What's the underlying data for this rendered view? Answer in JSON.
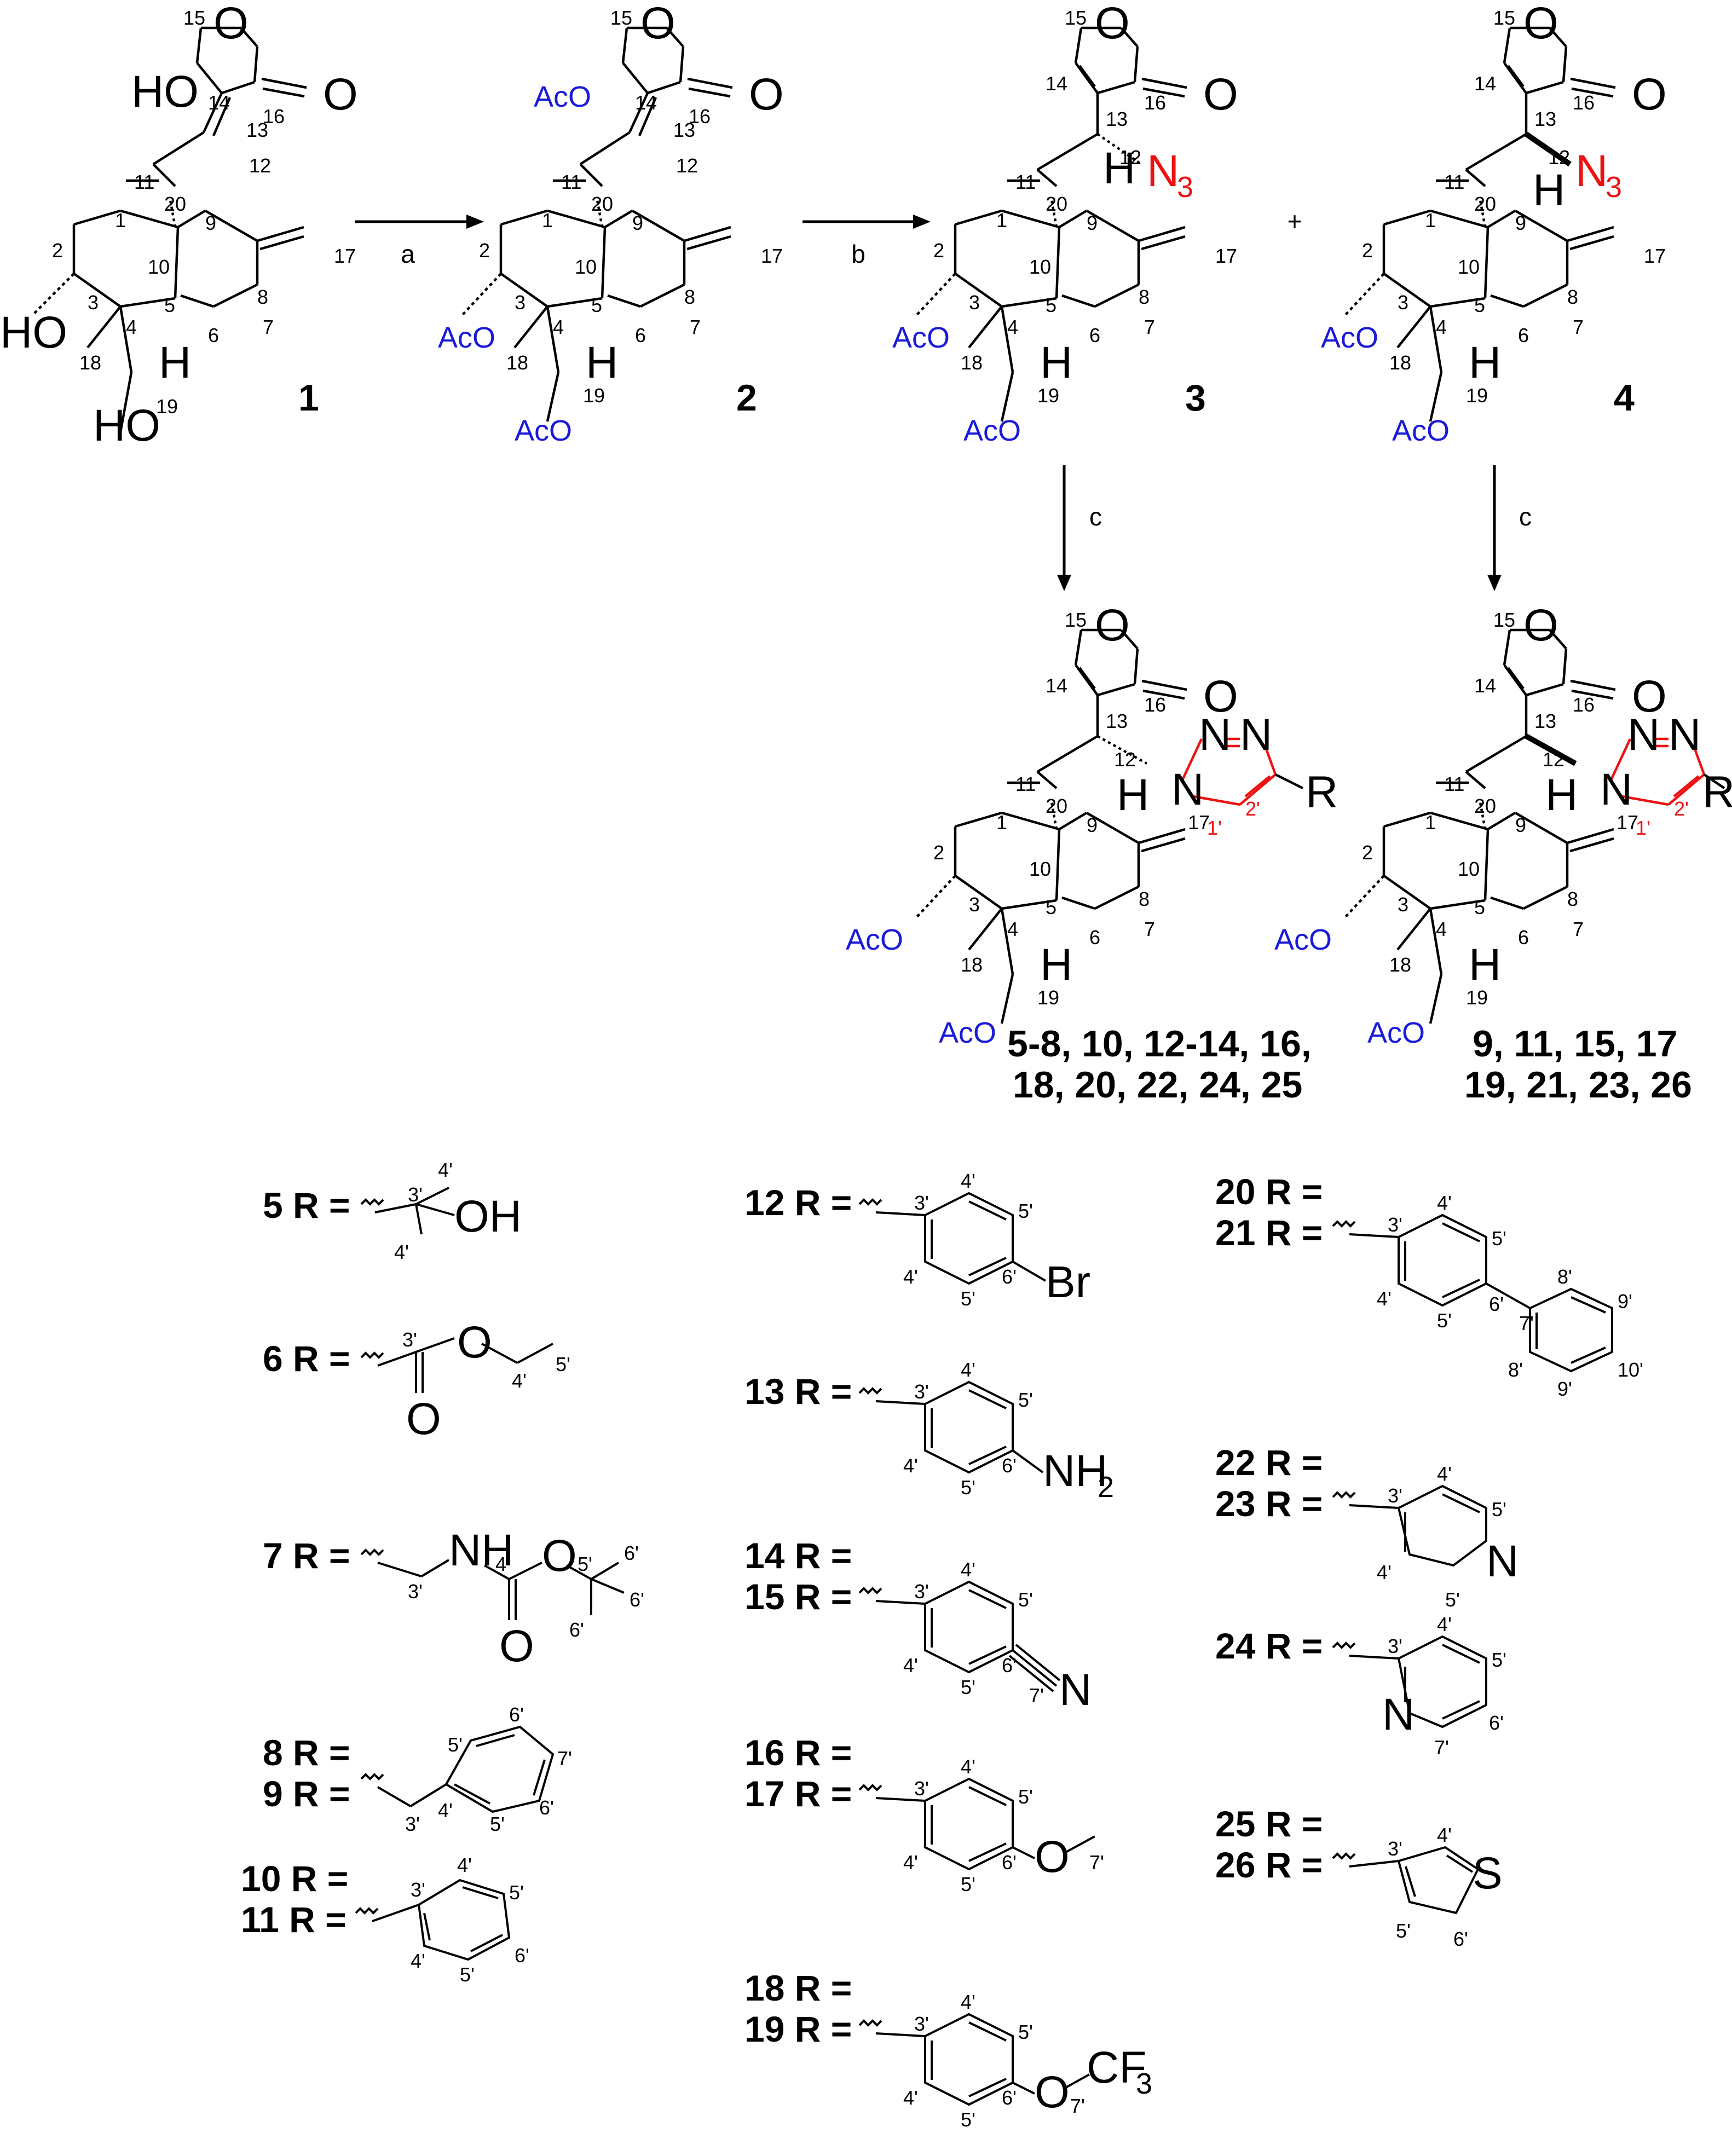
{
  "scheme": {
    "steps": [
      "a",
      "b",
      "c",
      "c"
    ],
    "plus": "+",
    "compounds": {
      "c1": "1",
      "c2": "2",
      "c3": "3",
      "c4": "4",
      "series_a_line1": "5-8, 10, 12-14, 16,",
      "series_a_line2": "18, 20, 22, 24, 25",
      "series_b_line1": "9, 11, 15, 17",
      "series_b_line2": "19, 21, 23, 26"
    },
    "atoms": {
      "O": "O",
      "N": "N",
      "H": "H",
      "R": "R",
      "S": "S",
      "Br": "Br",
      "HO": "HO",
      "OH": "OH",
      "AcO": "AcO",
      "N3": "N",
      "N3_sub": "3",
      "NH": "NH",
      "NH2": "NH",
      "NH2_sub": "2",
      "CF3": "CF",
      "CF3_sub": "3"
    },
    "core_numbers": [
      "1",
      "2",
      "3",
      "4",
      "5",
      "6",
      "7",
      "8",
      "9",
      "10",
      "11",
      "12",
      "13",
      "14",
      "15",
      "16",
      "17",
      "18",
      "19",
      "20"
    ],
    "triazole_numbers": [
      "1'",
      "2'"
    ],
    "r_groups": [
      {
        "ids": [
          "5 R ="
        ],
        "primes": [
          "4'",
          "3'",
          "4'"
        ]
      },
      {
        "ids": [
          "6 R ="
        ],
        "primes": [
          "3'",
          "4'",
          "5'"
        ]
      },
      {
        "ids": [
          "7 R ="
        ],
        "primes": [
          "3'",
          "4'",
          "5'",
          "6'",
          "6'",
          "6'"
        ]
      },
      {
        "ids": [
          "8 R =",
          "9 R ="
        ],
        "primes": [
          "3'",
          "4'",
          "5'",
          "6'",
          "7'",
          "6'",
          "5'"
        ]
      },
      {
        "ids": [
          "10 R =",
          "11 R ="
        ],
        "primes": [
          "3'",
          "4'",
          "5'",
          "6'",
          "5'",
          "4'"
        ]
      },
      {
        "ids": [
          "12 R ="
        ],
        "primes": [
          "3'",
          "4'",
          "5'",
          "6'",
          "5'",
          "4'"
        ]
      },
      {
        "ids": [
          "13 R ="
        ],
        "primes": [
          "3'",
          "4'",
          "5'",
          "6'",
          "5'",
          "4'"
        ]
      },
      {
        "ids": [
          "14 R =",
          "15 R ="
        ],
        "primes": [
          "3'",
          "4'",
          "5'",
          "6'",
          "7'",
          "5'",
          "4'"
        ]
      },
      {
        "ids": [
          "16 R =",
          "17 R ="
        ],
        "primes": [
          "3'",
          "4'",
          "5'",
          "6'",
          "7'",
          "5'",
          "4'"
        ]
      },
      {
        "ids": [
          "18 R =",
          "19 R ="
        ],
        "primes": [
          "3'",
          "4'",
          "5'",
          "6'",
          "7'",
          "5'",
          "4'"
        ]
      },
      {
        "ids": [
          "20 R =",
          "21 R ="
        ],
        "primes": [
          "3'",
          "4'",
          "5'",
          "6'",
          "7'",
          "8'",
          "9'",
          "10'",
          "9'",
          "8'",
          "5'",
          "4'"
        ]
      },
      {
        "ids": [
          "22 R =",
          "23 R ="
        ],
        "primes": [
          "3'",
          "4'",
          "5'",
          "5'",
          "4'"
        ]
      },
      {
        "ids": [
          "24 R ="
        ],
        "primes": [
          "3'",
          "4'",
          "5'",
          "6'",
          "7'"
        ]
      },
      {
        "ids": [
          "25 R =",
          "26 R ="
        ],
        "primes": [
          "3'",
          "4'",
          "5'",
          "6'"
        ]
      }
    ]
  }
}
